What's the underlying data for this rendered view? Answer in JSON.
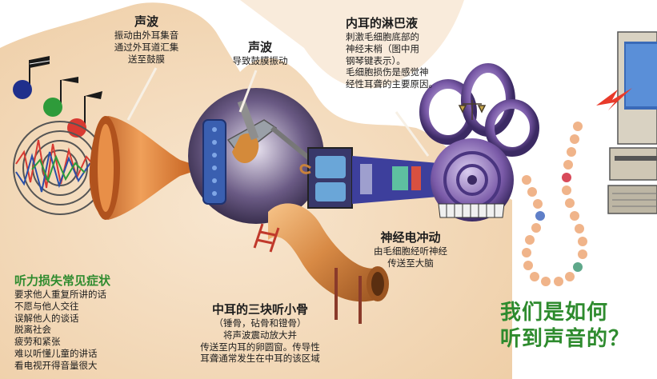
{
  "sections": {
    "outer_ear": {
      "title": "声波",
      "lines": [
        "振动由外耳集音",
        "通过外耳道汇集",
        "送至鼓膜"
      ]
    },
    "eardrum": {
      "title": "声波",
      "lines": [
        "导致鼓膜振动"
      ]
    },
    "inner_ear": {
      "title": "内耳的淋巴液",
      "lines": [
        "刺激毛细胞底部的",
        "神经末梢（图中用",
        "钢琴键表示）。",
        "毛细胞损伤是感觉神",
        "经性耳聋的主要原因。"
      ]
    },
    "nerve": {
      "title": "神经电冲动",
      "lines": [
        "由毛细胞经听神经",
        "传送至大脑"
      ]
    },
    "ossicles": {
      "title": "中耳的三块听小骨",
      "lines": [
        "（锤骨，砧骨和镫骨）",
        "将声波震动放大并",
        "传送至内耳的卵圆窗。传导性",
        "耳聋通常发生在中耳的该区域"
      ]
    },
    "symptoms": {
      "title": "听力损失常见症状",
      "items": [
        "要求他人重复所讲的话",
        "不愿与他人交往",
        "误解他人的谈话",
        "脱离社会",
        "疲劳和紧张",
        "难以听懂儿童的讲话",
        "看电视开得音量很大"
      ]
    }
  },
  "headline": {
    "line1": "我们是如何",
    "line2": "听到声音的？"
  },
  "colors": {
    "title_green": "#2e8b2e",
    "skin": "#f3dcc0",
    "horn": "#d9782a",
    "cochlea": "#7a5aa8",
    "beads": "#f0b48a"
  }
}
